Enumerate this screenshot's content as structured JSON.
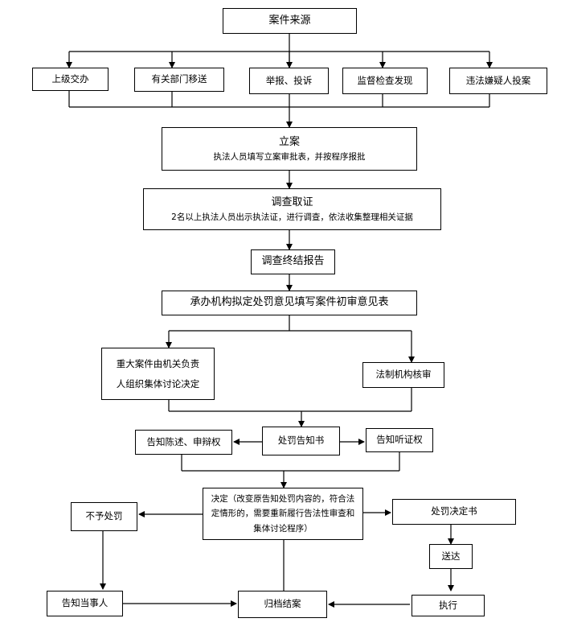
{
  "nodes": {
    "source": "案件来源",
    "src1": "上级交办",
    "src2": "有关部门移送",
    "src3": "举报、投诉",
    "src4": "监督检查发现",
    "src5": "违法嫌疑人投案",
    "register_title": "立案",
    "register_sub": "执法人员填写立案审批表，并按程序报批",
    "investigate_title": "调查取证",
    "investigate_sub": "2名以上执法人员出示执法证，进行调查，依法收集整理相关证据",
    "final_report": "调查终结报告",
    "draft_opinion": "承办机构拟定处罚意见填写案件初审意见表",
    "major_case_line1": "重大案件由机关负责",
    "major_case_line2": "人组织集体讨论决定",
    "legal_review": "法制机构核审",
    "inform_defense": "告知陈述、申辩权",
    "penalty_notice": "处罚告知书",
    "inform_hearing": "告知听证权",
    "decision": "决定（改变原告知处罚内容的，符合法定情形的，需要重新履行告法性审查和集体讨论程序）",
    "no_penalty": "不予处罚",
    "penalty_decision": "处罚决定书",
    "deliver": "送达",
    "inform_party": "告知当事人",
    "archive": "归档结案",
    "execute": "执行"
  }
}
